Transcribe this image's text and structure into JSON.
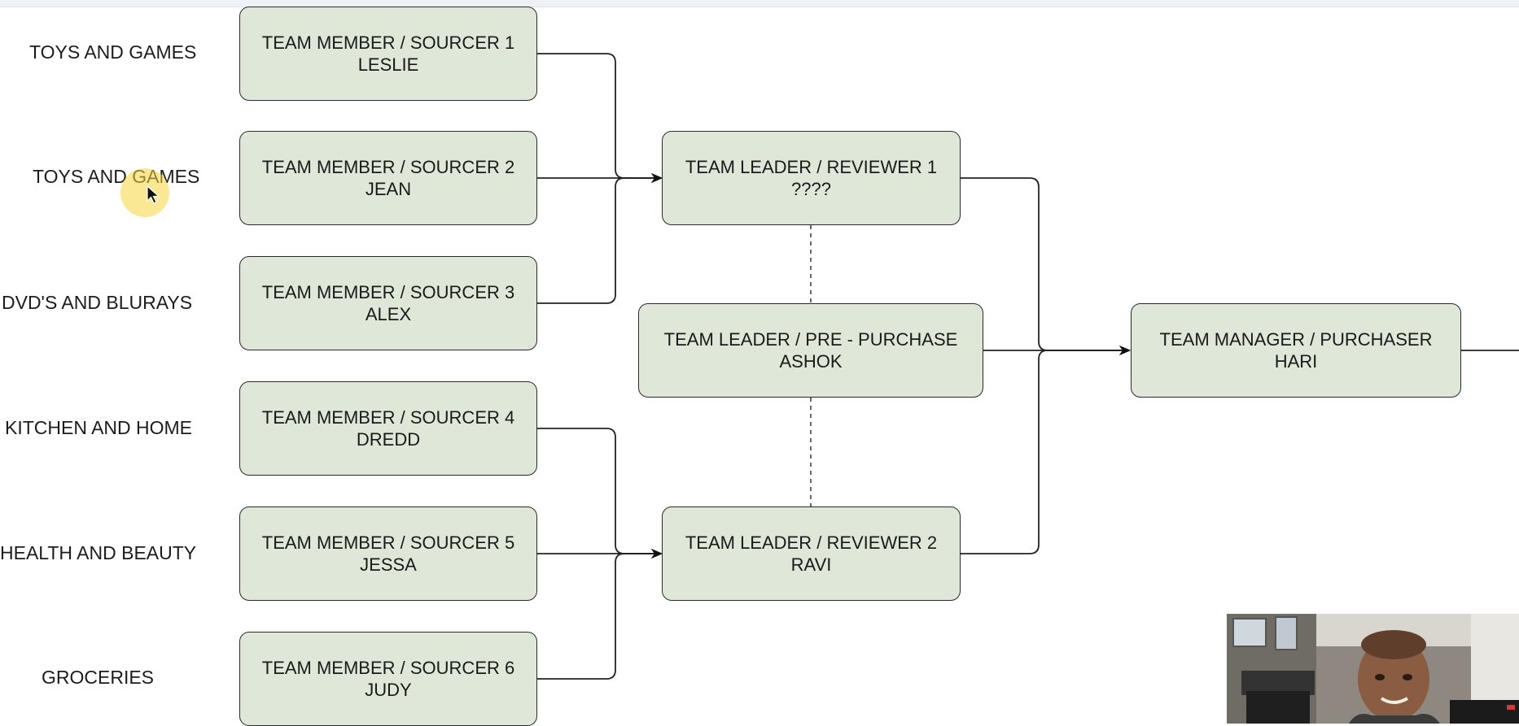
{
  "categories": [
    "TOYS AND GAMES",
    "TOYS AND GAMES",
    "DVD'S AND BLURAYS",
    "KITCHEN AND HOME",
    "HEALTH AND BEAUTY",
    "GROCERIES"
  ],
  "sourcers": [
    {
      "role": "TEAM MEMBER / SOURCER 1",
      "name": "LESLIE"
    },
    {
      "role": "TEAM MEMBER / SOURCER 2",
      "name": "JEAN"
    },
    {
      "role": "TEAM MEMBER / SOURCER 3",
      "name": "ALEX"
    },
    {
      "role": "TEAM MEMBER / SOURCER 4",
      "name": "DREDD"
    },
    {
      "role": "TEAM MEMBER / SOURCER 5",
      "name": "JESSA"
    },
    {
      "role": "TEAM MEMBER / SOURCER 6",
      "name": "JUDY"
    }
  ],
  "reviewers": [
    {
      "role": "TEAM LEADER / REVIEWER 1",
      "name": "????"
    },
    {
      "role": "TEAM LEADER / REVIEWER 2",
      "name": "RAVI"
    }
  ],
  "prepurchase": {
    "role": "TEAM LEADER / PRE - PURCHASE",
    "name": "ASHOK"
  },
  "manager": {
    "role": "TEAM MANAGER / PURCHASER",
    "name": "HARI"
  }
}
